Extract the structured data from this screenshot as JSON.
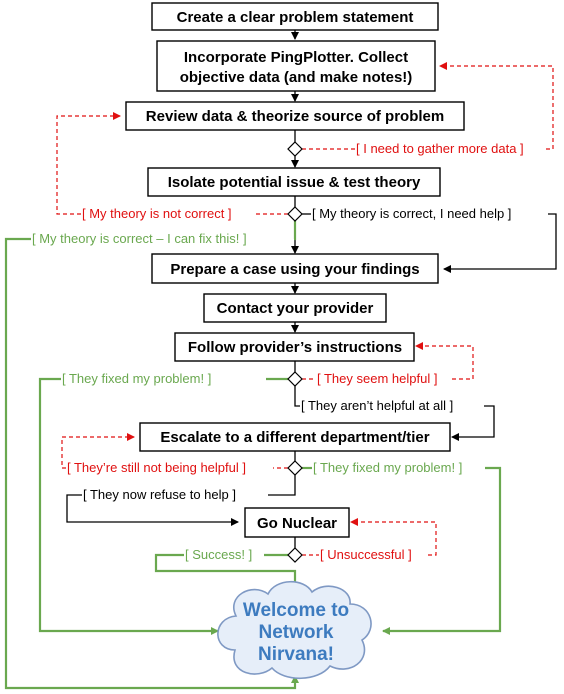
{
  "colors": {
    "black": "#000000",
    "red": "#e01010",
    "green": "#6aa84f",
    "cloud_fill": "#e6eef9",
    "cloud_stroke": "#7f99c4",
    "cloud_text": "#3d7bbf"
  },
  "boxes": {
    "problem_statement": "Create a clear problem statement",
    "pingplotter_line1": "Incorporate PingPlotter. Collect",
    "pingplotter_line2": "objective data (and make notes!)",
    "review": "Review data & theorize source of problem",
    "isolate": "Isolate potential issue & test theory",
    "prepare": "Prepare a case using your findings",
    "contact": "Contact your provider",
    "follow": "Follow provider’s instructions",
    "escalate": "Escalate to a different department/tier",
    "nuclear": "Go Nuclear"
  },
  "labels": {
    "gather_more": "[ I need to gather more data ]",
    "not_correct": "[ My theory is not correct ]",
    "correct_need_help": "[ My theory is correct, I need help ]",
    "correct_fix": "[ My theory is correct – I can fix this! ]",
    "fixed_1": "[ They fixed my problem! ]",
    "seem_helpful": "[ They seem helpful ]",
    "not_helpful": "[ They aren’t helpful at all ]",
    "still_not_helpful": "[ They’re still not being helpful ]",
    "fixed_2": "[ They fixed my problem! ]",
    "refuse": "[ They now refuse to help ]",
    "success": "[ Success! ]",
    "unsuccessful": "[ Unsuccessful ]"
  },
  "cloud": {
    "line1": "Welcome to",
    "line2": "Network",
    "line3": "Nirvana!"
  }
}
